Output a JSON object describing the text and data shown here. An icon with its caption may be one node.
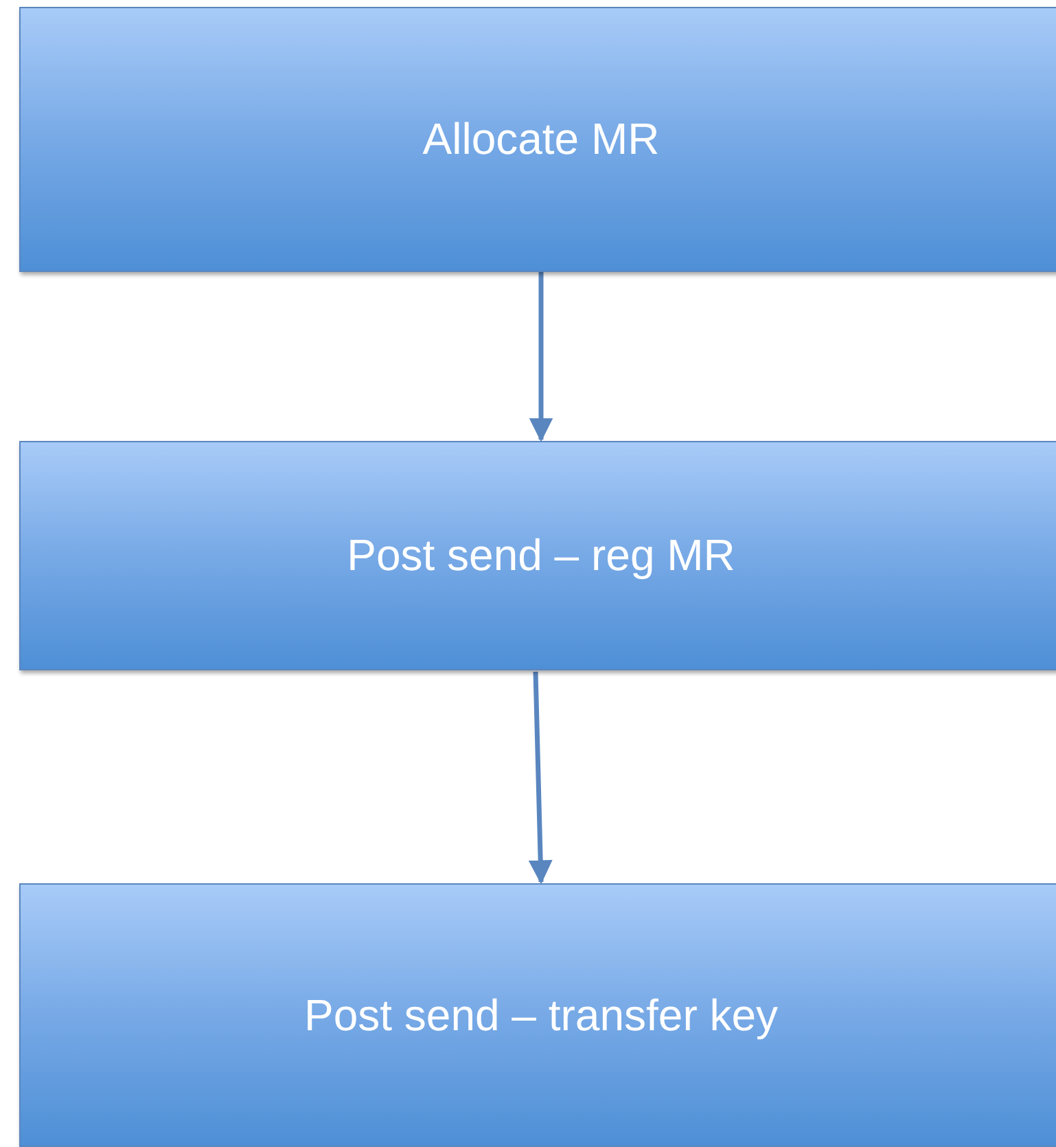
{
  "diagram": {
    "nodes": [
      {
        "text": [
          "Allocate MR"
        ]
      },
      {
        "text": [
          "Post send – reg MR"
        ]
      },
      {
        "text": [
          "Post send – transfer key"
        ]
      }
    ],
    "edges": [
      {
        "from": 0,
        "to": 1,
        "arrow": "to"
      },
      {
        "from": 1,
        "to": 2,
        "arrow": "to"
      }
    ]
  }
}
